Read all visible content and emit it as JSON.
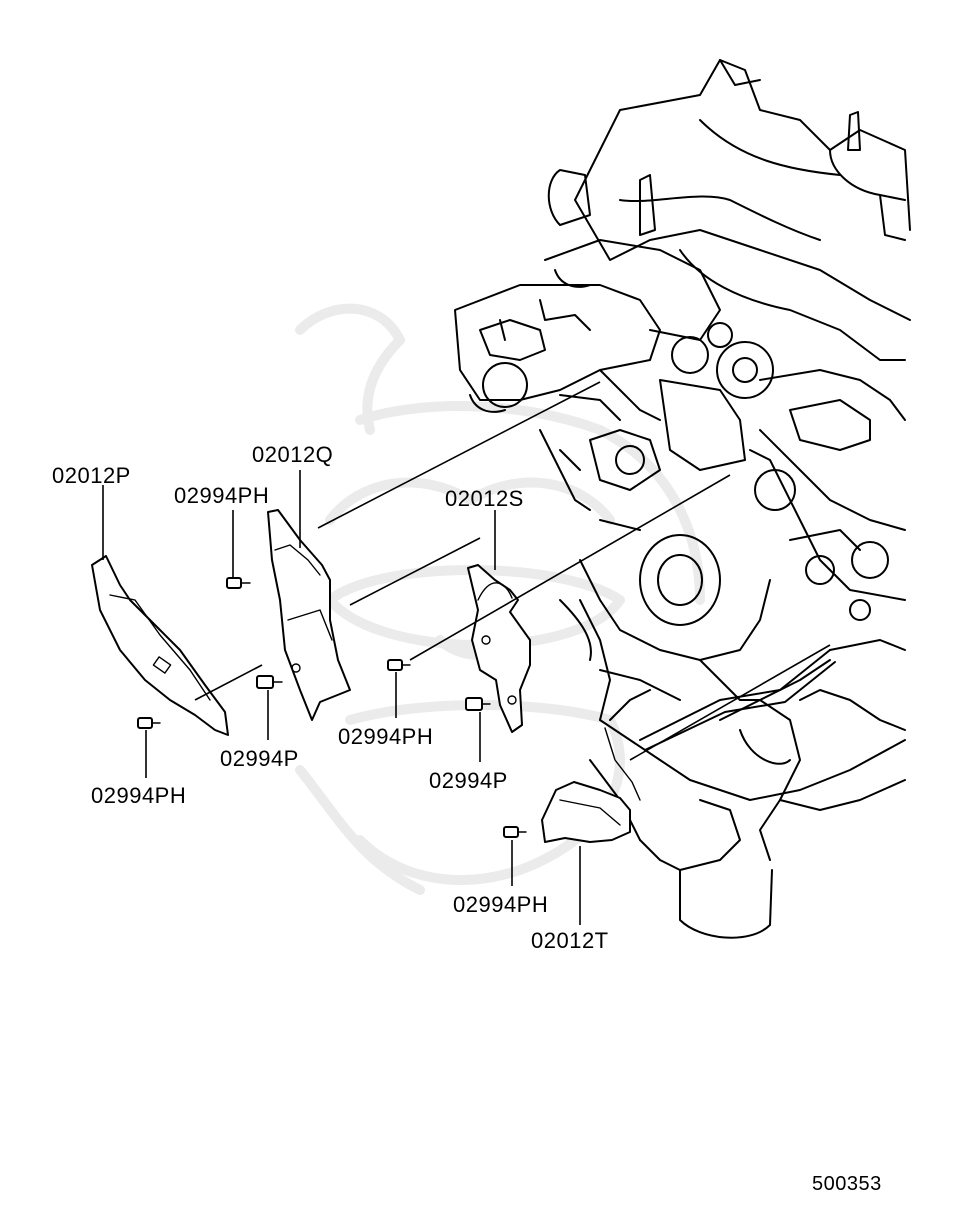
{
  "parts": {
    "p02012P": "02012P",
    "p02012Q": "02012Q",
    "p02012S": "02012S",
    "p02012T": "02012T",
    "bolt_ph_1": "02994PH",
    "bolt_ph_2": "02994PH",
    "bolt_ph_3": "02994PH",
    "bolt_ph_4": "02994PH",
    "bolt_p_1": "02994P",
    "bolt_p_2": "02994P"
  },
  "figure_id": "500353",
  "icons": {
    "watermark": "samurai-helmet-watermark-icon"
  }
}
